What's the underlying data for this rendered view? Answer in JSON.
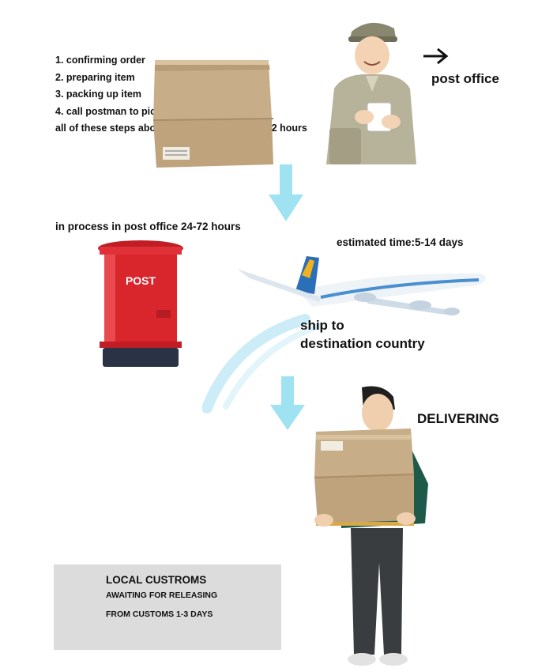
{
  "steps": {
    "items": [
      "1. confirming order",
      "2. preparing item",
      "3. packing up item",
      "4. call postman to pick up",
      "all of these steps above will be completed in 72 hours"
    ]
  },
  "post_office_label": "post office",
  "post_office_process": "in process in post office 24-72 hours",
  "mailbox_sign": "POST",
  "estimated_time": "estimated time:5-14 days",
  "ship_label_line1": "ship to",
  "ship_label_line2": "destination country",
  "delivering_label": "DELIVERING",
  "customs": {
    "title": "LOCAL CUSTROMS",
    "line1": "AWAITING FOR RELEASING",
    "line2": "FROM CUSTOMS 1-3 DAYS"
  },
  "colors": {
    "flow_arrow": "#9fe3f3",
    "box_cardboard": "#c9b08c",
    "mailbox_red": "#d9262c",
    "customs_bg": "#dcdcdc"
  },
  "icons": [
    "package-box-icon",
    "postman-icon",
    "right-arrow-icon",
    "down-arrow-icon",
    "mailbox-icon",
    "airplane-icon",
    "delivery-man-icon"
  ]
}
